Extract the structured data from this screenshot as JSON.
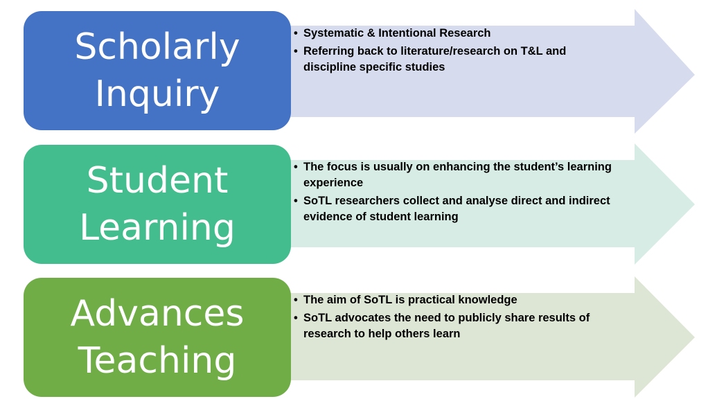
{
  "rows": [
    {
      "title_line1": "Scholarly",
      "title_line2": "Inquiry",
      "box_color": "#4472c4",
      "arrow_color": "#d6dcee",
      "bullets": [
        "Systematic & Intentional Research",
        "Referring back to literature/research on T&L and discipline specific studies"
      ]
    },
    {
      "title_line1": "Student",
      "title_line2": "Learning",
      "box_color": "#43bd8d",
      "arrow_color": "#d6ece4",
      "bullets": [
        "The focus is usually on enhancing the student’s learning experience",
        "SoTL researchers collect and analyse direct and indirect evidence of student learning"
      ]
    },
    {
      "title_line1": "Advances",
      "title_line2": "Teaching",
      "box_color": "#70ad47",
      "arrow_color": "#dde6d4",
      "bullets": [
        "The aim of SoTL is practical knowledge",
        "SoTL advocates the need to publicly share results of research to help others learn"
      ]
    }
  ]
}
